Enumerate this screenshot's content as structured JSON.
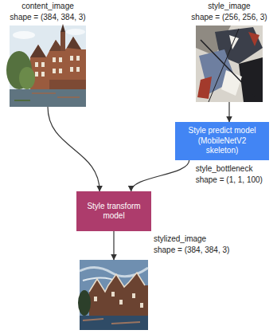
{
  "diagram": {
    "nodes": [
      {
        "text": [
          "content_image",
          "shape = (384, 384, 3)"
        ]
      },
      {
        "text": [
          "style_image",
          "shape = (256, 256, 3)"
        ]
      },
      {
        "text": [
          "Style predict model (MobileNetV2 skeleton)"
        ]
      },
      {
        "text": [
          "Style transform model"
        ]
      },
      {
        "text": [
          "stylized_image",
          "shape = (384, 384, 3)"
        ]
      }
    ],
    "edges": [
      {
        "from": 0,
        "to": 3,
        "arrow": "to"
      },
      {
        "from": 1,
        "to": 2,
        "arrow": "to"
      },
      {
        "from": 2,
        "to": 3,
        "label": "style_bottleneck shape = (1, 1, 100)",
        "arrow": "to"
      },
      {
        "from": 3,
        "to": 4,
        "arrow": "to"
      }
    ]
  }
}
